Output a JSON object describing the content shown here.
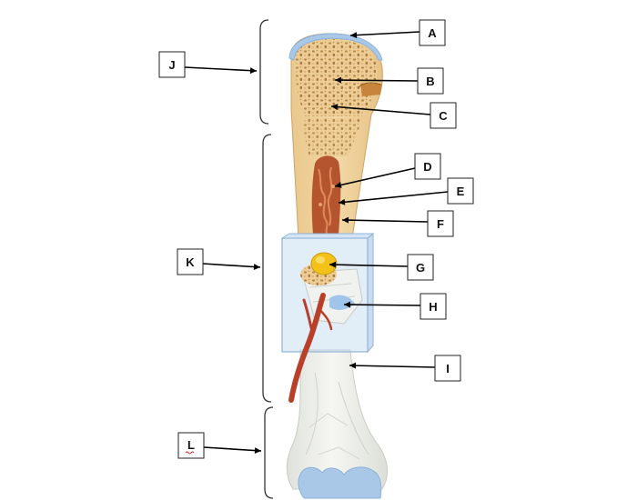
{
  "labels": {
    "A": "A",
    "B": "B",
    "C": "C",
    "D": "D",
    "E": "E",
    "F": "F",
    "G": "G",
    "H": "H",
    "I": "I",
    "J": "J",
    "K": "K",
    "L": "L"
  },
  "colors": {
    "bone_tan": "#eed09a",
    "spongy_dots": "#b68a4a",
    "marrow_red": "#b5552f",
    "cartilage_blue": "#a9c8e8",
    "cartilage_bright": "#7cb4f0",
    "artery": "#b8402a",
    "yellow_marrow": "#f2c21a",
    "compact_pale": "#eef0ec"
  }
}
